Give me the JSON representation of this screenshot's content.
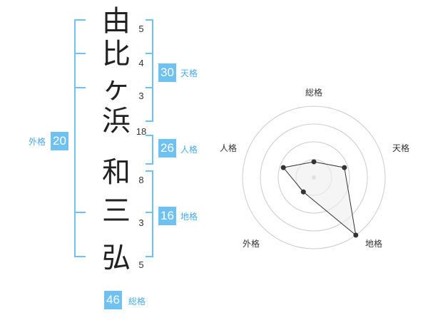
{
  "name": {
    "characters": [
      {
        "char": "由",
        "strokes": "5"
      },
      {
        "char": "比",
        "strokes": "4"
      },
      {
        "char": "ヶ",
        "strokes": "3"
      },
      {
        "char": "浜",
        "strokes": "18"
      },
      {
        "char": "和",
        "strokes": "8"
      },
      {
        "char": "三",
        "strokes": "3"
      },
      {
        "char": "弘",
        "strokes": "5"
      }
    ]
  },
  "fortunes": {
    "tenkaku": {
      "value": "30",
      "label": "天格"
    },
    "jinkaku": {
      "value": "26",
      "label": "人格"
    },
    "chikaku": {
      "value": "16",
      "label": "地格"
    },
    "gaikaku": {
      "value": "20",
      "label": "外格"
    },
    "soukaku": {
      "value": "46",
      "label": "総格"
    }
  },
  "colors": {
    "accent": "#6ec1f0",
    "accent_text": "#4aa8e8",
    "grid": "#cccccc",
    "polygon_fill": "#eeeeee",
    "line": "#333333"
  },
  "chart_data": {
    "type": "radar",
    "axes": [
      "総格",
      "天格",
      "地格",
      "外格",
      "人格"
    ],
    "values": [
      0.22,
      0.45,
      1.0,
      0.25,
      0.45
    ],
    "rings": 4,
    "grid": true
  }
}
